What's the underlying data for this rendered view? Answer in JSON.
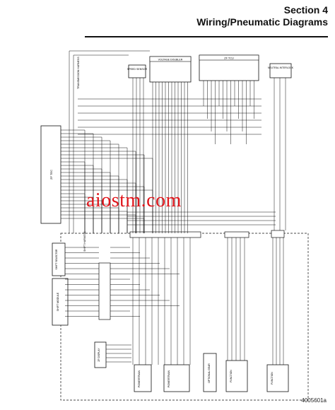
{
  "header": {
    "section": "Section 4",
    "title": "Wiring/Pneumatic Diagrams"
  },
  "watermark": "aiostm.com",
  "figure_number": "4005601a",
  "labels": {
    "voltage_doubler": "VOLTAGE DOUBLER",
    "tcu": "ZF TCU",
    "speed_sensor": "SPEED SENSOR",
    "neutral_interlock": "NEUTRAL INTERLOCK",
    "transmission_harness": "TRANSMISSION HARNESS",
    "zf_tec": "ZF TEC",
    "shift_module": "SHIFT MODULE",
    "shift_harness": "SHIFT HARNESS",
    "zf_display": "ZF DISPLAY",
    "powertrain": "POWERTRAIN",
    "function": "FUNCTION",
    "optional_gear": "OPTIONAL GEAR",
    "shift_selector": "SHIFT SELECTOR"
  },
  "colors": {
    "ink": "#111111",
    "watermark": "#e0151b"
  }
}
